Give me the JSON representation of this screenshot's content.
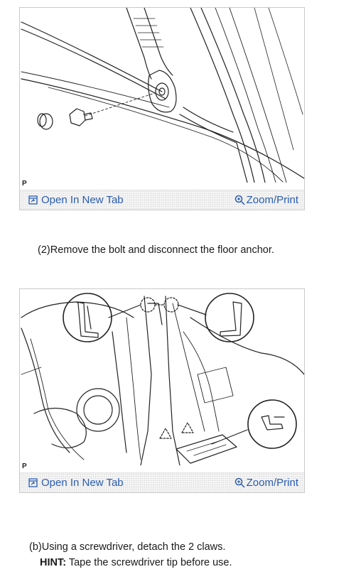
{
  "figures": [
    {
      "code": "P",
      "open_tab_label": "Open In New Tab",
      "zoom_label": "Zoom/Print",
      "open_tab_icon": "open-new-tab-icon",
      "zoom_icon": "magnifier-icon"
    },
    {
      "code": "P",
      "open_tab_label": "Open In New Tab",
      "zoom_label": "Zoom/Print",
      "open_tab_icon": "open-new-tab-icon",
      "zoom_icon": "magnifier-icon"
    }
  ],
  "steps": {
    "remove_bolt": "(2)Remove the bolt and disconnect the floor anchor.",
    "detach_claws": "(b)Using a screwdriver, detach the 2 claws.",
    "hint_label": "HINT:",
    "hint_text": " Tape the screwdriver tip before use."
  },
  "colors": {
    "link": "#2a5db0",
    "toolbar_bg": "#f4f4f4",
    "border": "#c9c9c9"
  }
}
